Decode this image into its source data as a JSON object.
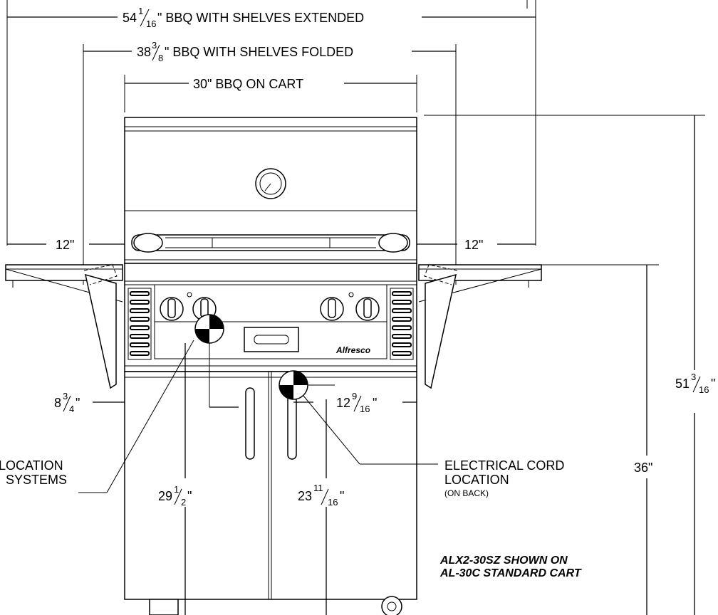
{
  "dimensions": {
    "extended": {
      "whole": "54",
      "num": "1",
      "den": "16",
      "suffix": "\" BBQ WITH SHELVES EXTENDED"
    },
    "folded": {
      "whole": "38",
      "num": "3",
      "den": "8",
      "suffix": "\" BBQ WITH SHELVES FOLDED"
    },
    "cart": {
      "text": "30\" BBQ ON CART"
    },
    "shelf_left": "12\"",
    "shelf_right": "12\"",
    "total_height": {
      "whole": "51",
      "num": "3",
      "den": "16",
      "suffix": "\""
    },
    "cart_height": "36\"",
    "gas_offset": {
      "whole": "8",
      "num": "3",
      "den": "4",
      "suffix": "\""
    },
    "cord_offset": {
      "whole": "12",
      "num": "9",
      "den": "16",
      "suffix": "\""
    },
    "gas_height": {
      "whole": "29",
      "num": "1",
      "den": "2",
      "suffix": "\""
    },
    "cord_height": {
      "whole": "23",
      "num": "11",
      "den": "16",
      "suffix": "\""
    }
  },
  "callouts": {
    "gas_line1": "LOCATION",
    "gas_line2": "SYSTEMS",
    "cord_line1": "ELECTRICAL CORD",
    "cord_line2": "LOCATION",
    "cord_line3": "(ON BACK)"
  },
  "brand": "Alfresco",
  "note": {
    "line1": "ALX2-30SZ SHOWN ON",
    "line2": "AL-30C STANDARD CART"
  }
}
